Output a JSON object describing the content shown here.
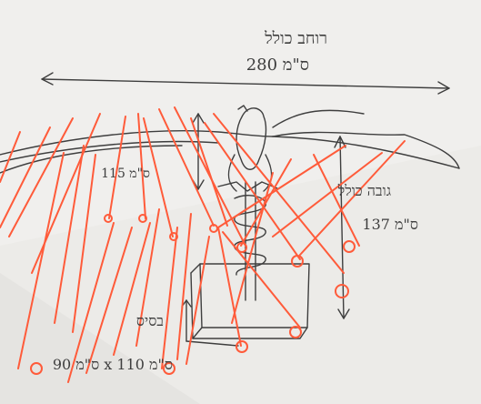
{
  "sketch": {
    "title_top": "רוחב כולל",
    "width_dim": "280 ס\"מ",
    "total_height_label": "גובה כולל",
    "total_height_dim": "137 ס\"מ",
    "side_dim": "115 ס\"מ",
    "base_label": "בסיס",
    "base_dim": "90 ס\"מ x 110 ס\"מ"
  },
  "colors": {
    "paper": "#e9e7e4",
    "pencil": "#3e3e3e",
    "red_ink": "#ff5b3a"
  }
}
